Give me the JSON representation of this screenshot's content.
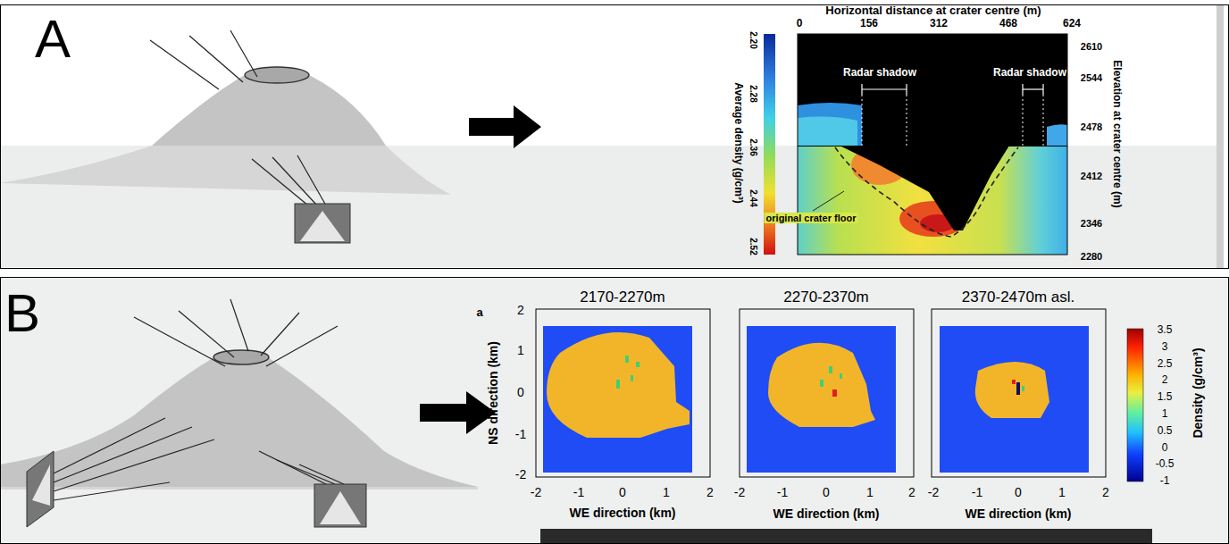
{
  "diagram": {
    "nodes": [
      {
        "text": [
          "A"
        ]
      },
      {
        "text": [
          "B"
        ]
      }
    ],
    "labels": [
      "Horizontal distance at crater centre (m)",
      "0",
      "156",
      "312",
      "468",
      "624",
      "Radar shadow",
      "Radar shadow",
      "2610",
      "2544",
      "2478",
      "2412",
      "2346",
      "2280",
      "Elevation at crater centre (m)",
      "Average density (g/cm³)",
      "2.20",
      "2.28",
      "2.36",
      "2.44",
      "2.52",
      "original crater floor",
      "a",
      "2170-2270m",
      "2270-2370m",
      "2370-2470m asl.",
      "NS direction (km)",
      "2",
      "1",
      "0",
      "-1",
      "-2",
      "-2",
      "-1",
      "0",
      "1",
      "2",
      "-2",
      "-1",
      "0",
      "1",
      "2",
      "-2",
      "-1",
      "0",
      "1",
      "2",
      "WE direction (km)",
      "WE direction (km)",
      "WE direction (km)",
      "3.5",
      "3",
      "2.5",
      "2",
      "1.5",
      "1",
      "0.5",
      "0",
      "-0.5",
      "-1",
      "Density (g/cm³)"
    ]
  }
}
